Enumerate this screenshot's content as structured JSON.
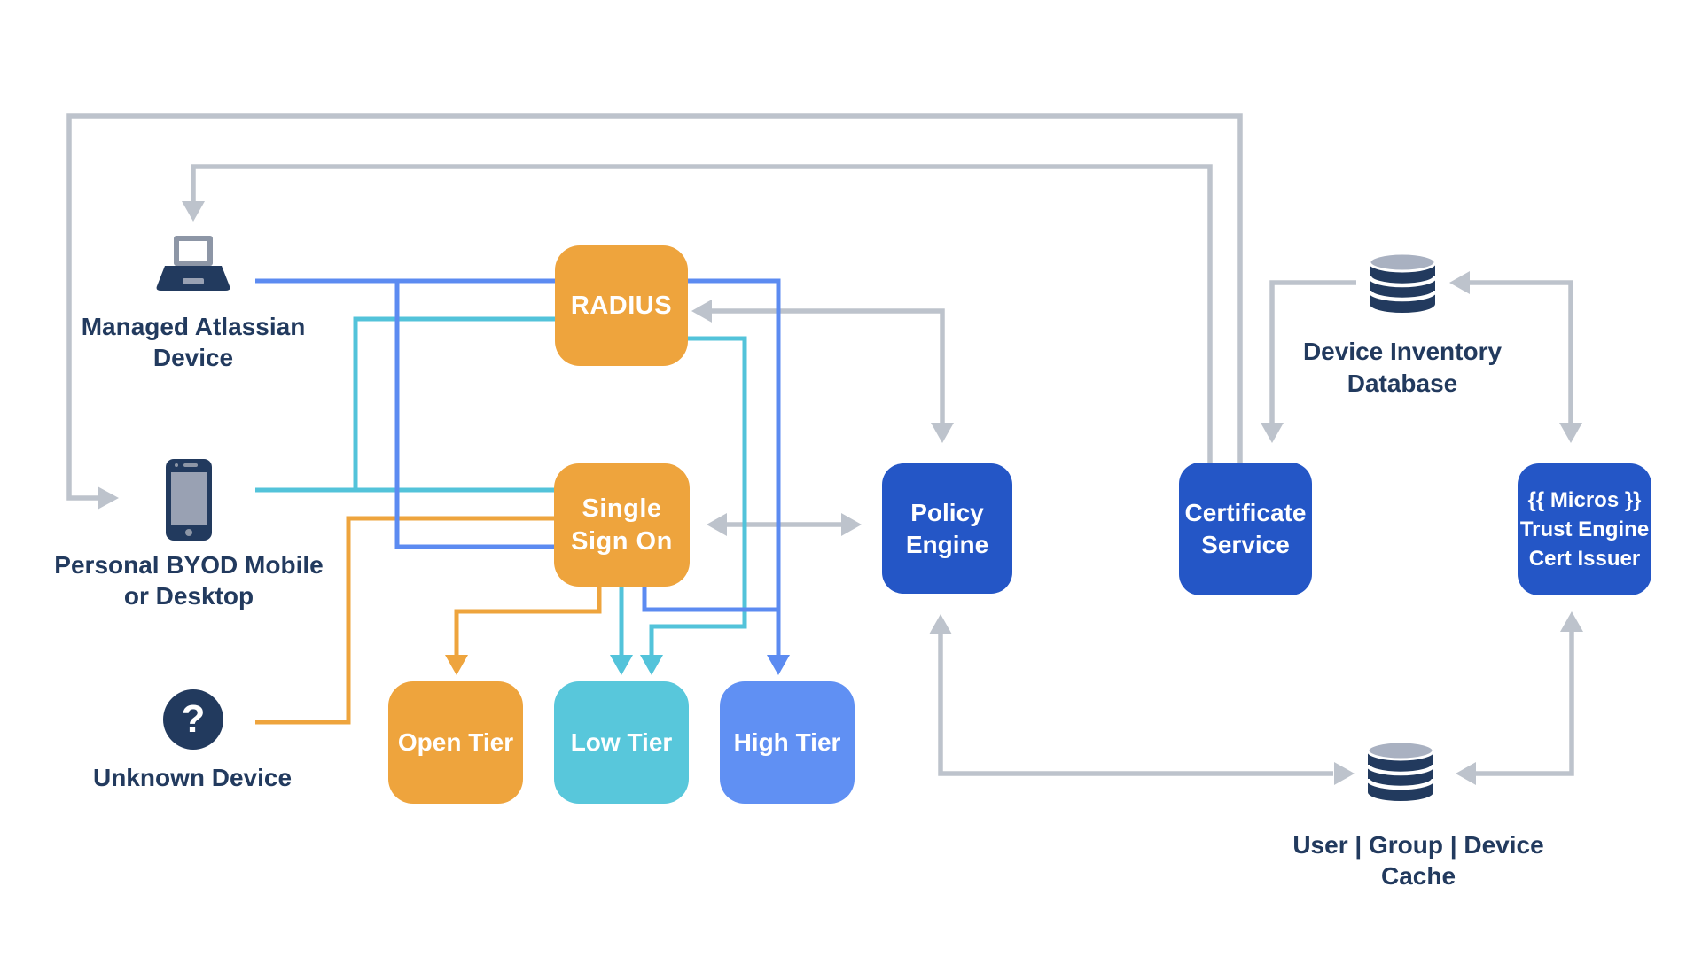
{
  "theme": {
    "orange": "#EEA43D",
    "cyan": "#53C3DA",
    "cyan_box": "#58C7DB",
    "blue": "#5C8BF1",
    "blue_box": "#6090F3",
    "royal": "#2456C6",
    "gray": "#BDC3CC",
    "navy": "#223A5E",
    "icon_gray": "#8D96A6",
    "icon_screen": "#99A1B3",
    "db_lid": "#A9B1C1"
  },
  "devices": {
    "managed": {
      "lines": [
        "Managed",
        "Atlassian Device"
      ]
    },
    "byod": {
      "lines": [
        "Personal BYOD",
        "Mobile or Desktop"
      ]
    },
    "unknown": {
      "label": "Unknown Device",
      "icon_glyph": "?"
    }
  },
  "nodes": {
    "radius": {
      "label": "RADIUS"
    },
    "sso": {
      "lines": [
        "Single",
        "Sign On"
      ]
    },
    "open_tier": {
      "label": "Open Tier"
    },
    "low_tier": {
      "label": "Low Tier"
    },
    "high_tier": {
      "label": "High Tier"
    },
    "policy": {
      "lines": [
        "Policy",
        "Engine"
      ]
    },
    "certificate": {
      "lines": [
        "Certificate",
        "Service"
      ]
    },
    "trust": {
      "lines": [
        "{{ Micros }}",
        "Trust Engine",
        "Cert Issuer"
      ]
    }
  },
  "databases": {
    "inventory": {
      "lines": [
        "Device Inventory",
        "Database"
      ]
    },
    "cache": {
      "label": "User | Group | Device Cache"
    }
  },
  "edges": [
    {
      "from": "certificate-service",
      "to": "personal-byod-device",
      "color": "gray"
    },
    {
      "from": "certificate-service",
      "to": "managed-atlassian-device",
      "color": "gray"
    },
    {
      "from": "radius",
      "to": "policy-engine",
      "color": "gray",
      "bidirectional": true
    },
    {
      "from": "single-sign-on",
      "to": "policy-engine",
      "color": "gray",
      "bidirectional": true
    },
    {
      "from": "policy-engine",
      "to": "user-group-device-cache",
      "color": "gray",
      "bidirectional": true
    },
    {
      "from": "user-group-device-cache",
      "to": "trust-engine-cert-issuer",
      "color": "gray",
      "bidirectional": true
    },
    {
      "from": "trust-engine-cert-issuer",
      "to": "device-inventory-database",
      "color": "gray",
      "bidirectional": true
    },
    {
      "from": "device-inventory-database",
      "to": "certificate-service",
      "color": "gray"
    },
    {
      "from": "unknown-device",
      "to": "single-sign-on",
      "color": "orange"
    },
    {
      "from": "single-sign-on",
      "to": "open-tier",
      "color": "orange"
    },
    {
      "from": "personal-byod-device",
      "to": "single-sign-on",
      "color": "cyan"
    },
    {
      "from": "personal-byod-device",
      "to": "radius",
      "color": "cyan"
    },
    {
      "from": "radius",
      "to": "low-tier",
      "color": "cyan"
    },
    {
      "from": "single-sign-on",
      "to": "low-tier",
      "color": "cyan"
    },
    {
      "from": "managed-atlassian-device",
      "to": "radius",
      "color": "blue"
    },
    {
      "from": "managed-atlassian-device",
      "to": "single-sign-on",
      "color": "blue"
    },
    {
      "from": "radius",
      "to": "high-tier",
      "color": "blue"
    },
    {
      "from": "single-sign-on",
      "to": "high-tier",
      "color": "blue"
    }
  ]
}
